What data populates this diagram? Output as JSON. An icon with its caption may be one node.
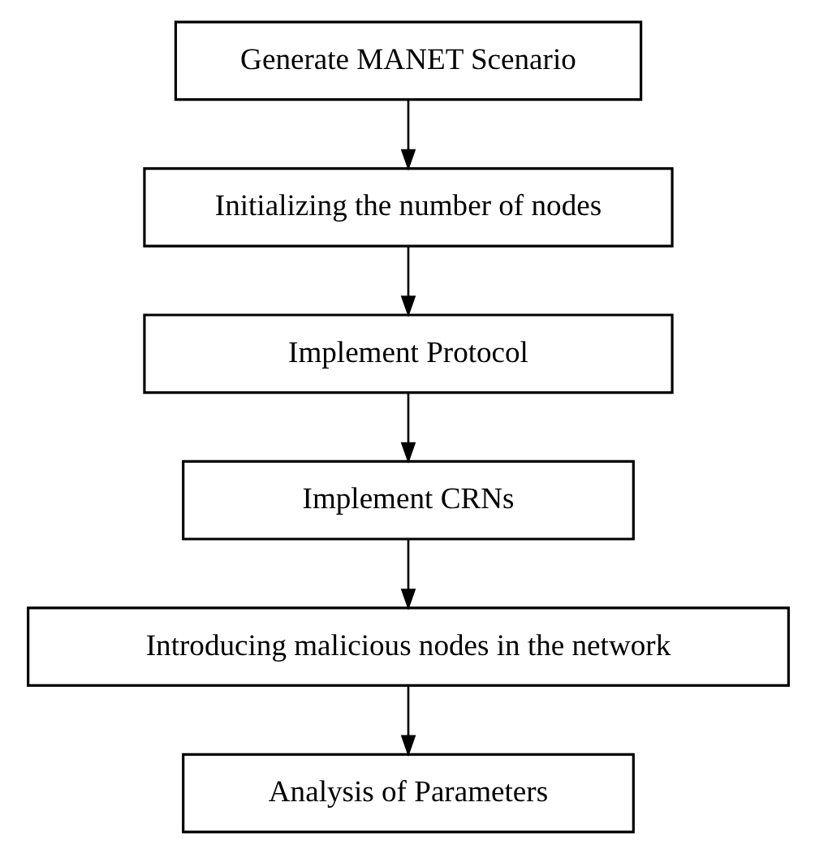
{
  "diagram": {
    "nodes": [
      {
        "text": [
          "Generate MANET Scenario"
        ]
      },
      {
        "text": [
          "Initializing the number of nodes"
        ]
      },
      {
        "text": [
          "Implement Protocol"
        ]
      },
      {
        "text": [
          "Implement CRNs"
        ]
      },
      {
        "text": [
          "Introducing malicious nodes in the network"
        ]
      },
      {
        "text": [
          "Analysis of Parameters"
        ]
      }
    ],
    "edges": [
      {
        "from": 0,
        "to": 1,
        "arrow": "to"
      },
      {
        "from": 1,
        "to": 2,
        "arrow": "to"
      },
      {
        "from": 2,
        "to": 3,
        "arrow": "to"
      },
      {
        "from": 3,
        "to": 4,
        "arrow": "to"
      },
      {
        "from": 4,
        "to": 5,
        "arrow": "to"
      }
    ]
  }
}
